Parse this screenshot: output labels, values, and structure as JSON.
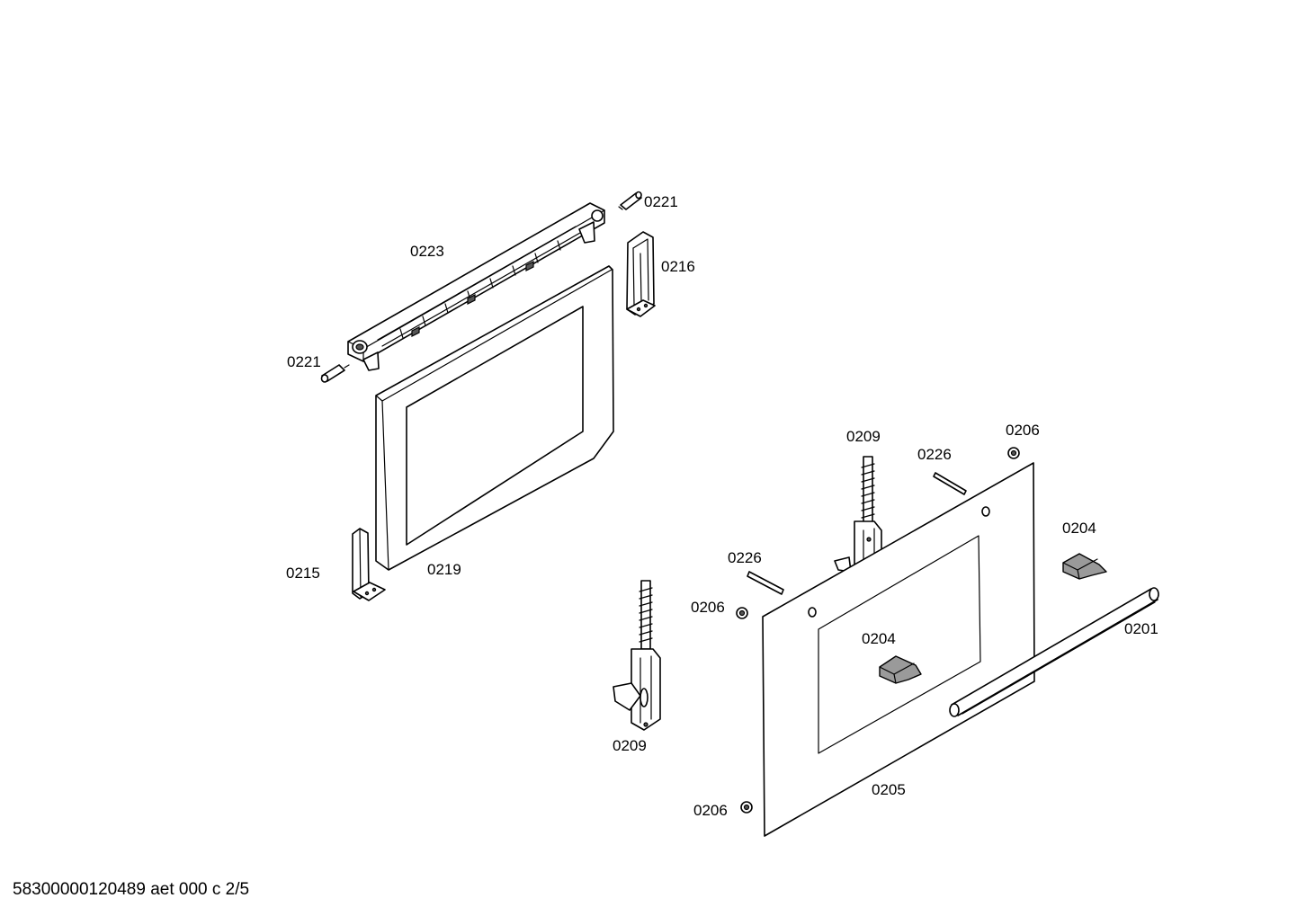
{
  "diagram": {
    "labels": {
      "p0221_top": "0221",
      "p0223": "0223",
      "p0216": "0216",
      "p0221_left": "0221",
      "p0215": "0215",
      "p0219": "0219",
      "p0209_top": "0209",
      "p0226_top": "0226",
      "p0206_top": "0206",
      "p0204_right": "0204",
      "p0226_left": "0226",
      "p0206_mid": "0206",
      "p0204_mid": "0204",
      "p0201": "0201",
      "p0209_bottom": "0209",
      "p0205": "0205",
      "p0206_bottom": "0206"
    }
  },
  "footer": {
    "doc_id": "58300000120489 aet 000 c 2/5"
  }
}
